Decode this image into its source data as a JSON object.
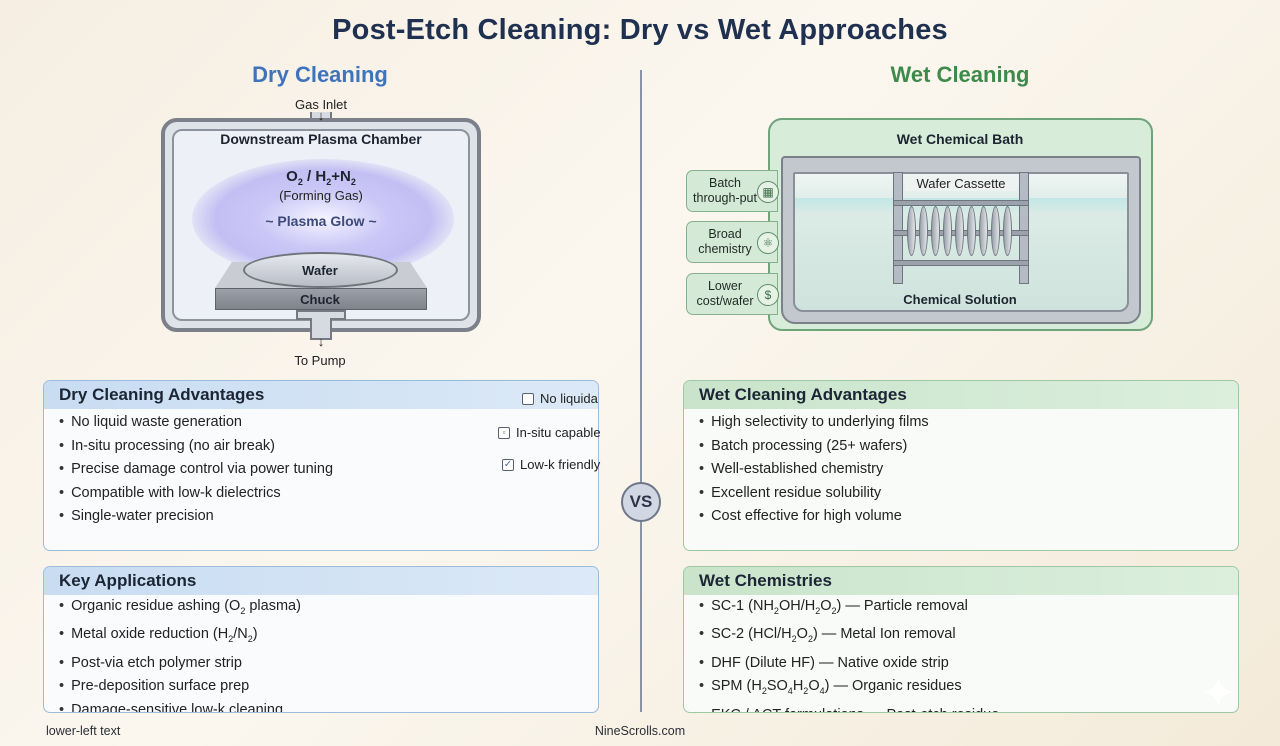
{
  "title": "Post-Etch Cleaning: Dry vs Wet Approaches",
  "colors": {
    "dry_accent": "#3f74bd",
    "wet_accent": "#3e8a4b",
    "title": "#1f3050"
  },
  "dry": {
    "heading": "Dry Cleaning",
    "diagram": {
      "gas_inlet": "Gas Inlet",
      "chamber_label": "Downstream Plasma Chamber",
      "gas_formula": "O2 / H2+N2",
      "gas_desc": "(Forming Gas)",
      "plasma_label": "~ Plasma Glow ~",
      "wafer_label": "Wafer",
      "chuck_label": "Chuck",
      "pump_label": "To Pump"
    },
    "advantages": {
      "title": "Dry Cleaning Advantages",
      "items": [
        "No liquid waste generation",
        "In-situ processing (no air break)",
        "Precise damage control via power tuning",
        "Compatible with low-k dielectrics",
        "Single-water precision"
      ],
      "badges": [
        {
          "icon": "checkbox-icon",
          "label": "No liquida"
        },
        {
          "icon": "chamber-icon",
          "label": "In-situ capable"
        },
        {
          "icon": "checkmark-icon",
          "label": "Low-k friendly"
        }
      ]
    },
    "applications": {
      "title": "Key Applications",
      "items": [
        "Organic residue ashing (O2 plasma)",
        "Metal oxide reduction (H2/N2)",
        "Post-via etch polymer strip",
        "Pre-deposition surface prep",
        "Damage-sensitive low-k cleaning"
      ]
    }
  },
  "wet": {
    "heading": "Wet Cleaning",
    "diagram": {
      "bath_label": "Wet Chemical Bath",
      "cassette_label": "Wafer Cassette",
      "solution_label": "Chemical Solution",
      "features": [
        {
          "label": "Batch through-put",
          "icon": "calendar-icon"
        },
        {
          "label": "Broad chemistry",
          "icon": "molecule-icon"
        },
        {
          "label": "Lower cost/wafer",
          "icon": "dollar-icon"
        }
      ]
    },
    "advantages": {
      "title": "Wet Cleaning Advantages",
      "items": [
        "High selectivity to underlying films",
        "Batch processing (25+ wafers)",
        "Well-established chemistry",
        "Excellent residue solubility",
        "Cost effective for high volume"
      ]
    },
    "chemistries": {
      "title": "Wet Chemistries",
      "items": [
        "SC-1 (NH2OH/H2O2) — Particle removal",
        "SC-2 (HCl/H2O2) — Metal Ion removal",
        "DHF (Dilute HF) — Native oxide strip",
        "SPM (H2SO4H2O4) — Organic residues",
        "EKC / ACT formulations — Post-etch residue"
      ]
    }
  },
  "vs_label": "VS",
  "footer": {
    "left": "lower-left text",
    "center": "NineScrolls.com"
  }
}
